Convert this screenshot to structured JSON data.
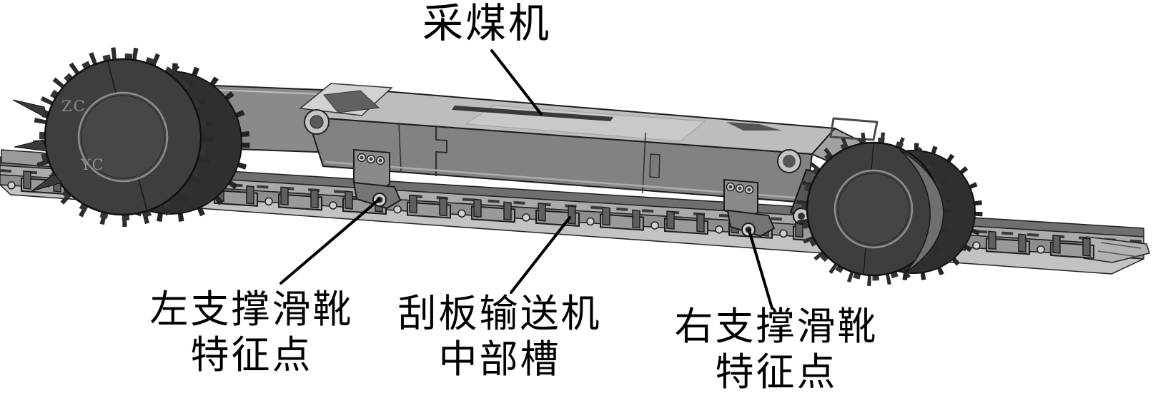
{
  "figure": {
    "background_color": "#ffffff",
    "annotation_color": "#000000",
    "labels": {
      "shearer": "采煤机",
      "left_shoe": {
        "line1": "左支撑滑靴",
        "line2": "特征点"
      },
      "conveyor": {
        "line1": "刮板输送机",
        "line2": "中部槽"
      },
      "right_shoe": {
        "line1": "右支撑滑靴",
        "line2": "特征点"
      }
    },
    "watermarks": {
      "upper": "ZC",
      "lower": "YC"
    },
    "colors": {
      "body_top": "#bdbdbd",
      "body_front": "#828282",
      "drum": "#3e3e3e",
      "conveyor_pan": "#8e8e8e",
      "spill_plate": "#c3c3c3"
    }
  }
}
